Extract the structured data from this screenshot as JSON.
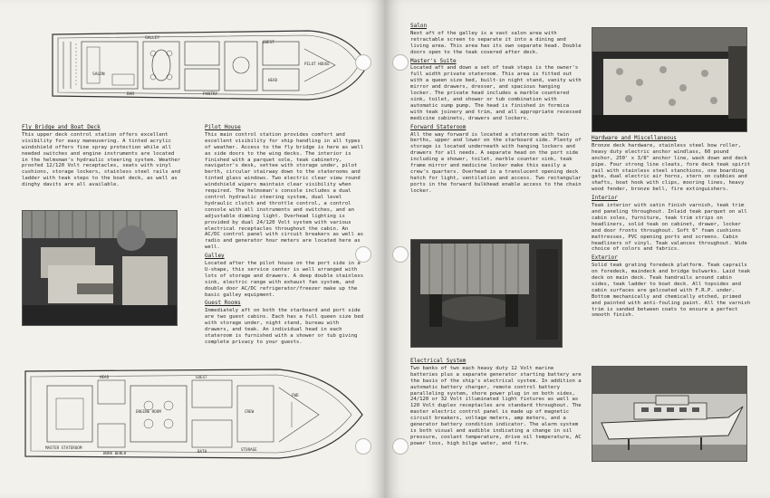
{
  "left_page": {
    "sections": {
      "flybridge": {
        "heading": "Fly Bridge and Boat Deck",
        "body": "This upper deck control station offers excellent visibility for easy maneuvering. A tinted acrylic windshield offers fine spray protection while all needed switches and engine instruments are located in the helmsman's hydraulic steering system. Weather proofed 12/120 Volt receptacles, seats with vinyl cushions, storage lockers, stainless steel rails and ladder with teak steps to the boat deck, as well as dinghy davits are all available."
      },
      "pilothouse": {
        "heading": "Pilot House",
        "body": "This main control station provides comfort and excellent visibility for ship handling in all types of weather. Access to the fly bridge is here as well as side doors to the wing decks. The interior is finished with a parquet sole, teak cabinetry, navigator's desk, settee with storage under, pilot berth, circular stairway down to the staterooms and tinted glass windows. Two electric clear view round windshield wipers maintain clear visibility when required. The helmsman's console includes a dual control hydraulic steering system, dual level hydraulic clutch and throttle control, a control console with all instruments and switches, and an adjustable dimming light. Overhead lighting is provided by dual 24/120 Volt system with various electrical receptacles throughout the cabin. An AC/DC control panel with circuit breakers as well as radio and generator hour meters are located here as well."
      },
      "galley": {
        "heading": "Galley",
        "body": "Located after the pilot house on the port side in a U-shape, this service center is well arranged with lots of storage and drawers. A deep double stainless sink, electric range with exhaust fan system, and double door AC/DC refrigerator/freezer make up the basic galley equipment."
      },
      "guestrooms": {
        "heading": "Guest Rooms",
        "body": "Immediately aft on both the starboard and port side are two guest cabins. Each has a full queen size bed with storage under, night stand, bureau with drawers, and teak. An individual head in each stateroom is furnished with a shower or tub giving complete privacy to your guests."
      }
    },
    "upper_plan_labels": {
      "galley": "GALLEY",
      "salon": "SALON",
      "pilot_house": "PILOT HOUSE",
      "guest": "GUEST",
      "head": "HEAD",
      "pantry": "PANTRY",
      "bar": "BAR"
    },
    "lower_plan_labels": {
      "master_stateroom": "MASTER STATEROOM",
      "guest": "GUEST",
      "head": "HEAD",
      "engine_room": "ENGINE ROOM",
      "bath": "BATH",
      "fwd": "FWD",
      "crew": "CREW",
      "storage": "STORAGE",
      "work_bench": "WORK BENCH"
    }
  },
  "right_page": {
    "sections": {
      "salon": {
        "heading": "Salon",
        "body": "Next aft of the galley is a vast salon area with retractable screen to separate it into a dining and living area. This area has its own separate head. Double doors open to the teak covered after deck."
      },
      "master": {
        "heading": "Master's Suite",
        "body": "Located aft and down a set of teak steps is the owner's full width private stateroom. This area is fitted out with a queen size bed, built-in night stand, vanity with mirror and drawers, dresser, and spacious hanging locker. The private head includes a marble countered sink, toilet, and shower or tub combination with automatic sump pump. The head is finished in formica with teak joinery and trim, and all appropriate recessed medicine cabinets, drawers and lockers."
      },
      "forward": {
        "heading": "Forward Stateroom",
        "body": "All the way forward is located a stateroom with twin berths, upper and lower on the starboard side. Plenty of storage is located underneath with hanging lockers and drawers for all needs. A separate head on the port side including a shower, toilet, marble counter sink, teak frame mirror and medicine locker make this easily a crew's quarters. Overhead is a translucent opening deck hatch for light, ventilation and access. Two rectangular ports in the forward bulkhead enable access to the chain locker."
      },
      "electrical": {
        "heading": "Electrical System",
        "body": "Two banks of two each heavy duty 12 Volt marine batteries plus a separate generator starting battery are the basis of the ship's electrical system. In addition a automatic battery charger, remote control battery paralleling system, shore power plug in on both sides, 24/120 or 32 Volt illuminated light fixtures as well as 120 Volt duplex receptacles are standard throughout. The master electric control panel is made up of magnetic circuit breakers, voltage meters, amp meters, and a generator battery condition indicator. The alarm system is both visual and audible indicating a change in oil pressure, coolant temperature, drive oil temperature, AC power loss, high bilge water, and fire."
      },
      "hardware": {
        "heading": "Hardware and Miscellaneous",
        "body": "Bronze deck hardware, stainless steel bow roller, heavy duty electric anchor windlass, 60 pound anchor, 250' x 3/8\" anchor line, wash down and deck pipe. Four strong line cleats, fore deck teak spirit rail with stainless steel stanchions, one boarding gate, dual electric air horns, stern on cubbies and shafts, boat hook with clips, mooring lines, heavy wood fender, bronze bell, fire extinguishers."
      },
      "interior": {
        "heading": "Interior",
        "body": "Teak interior with satin finish varnish, teak trim and paneling throughout. Inlaid teak parquet on all cabin soles, furniture, teak trim strips on headliners, solid teak on cabinet, drawer, locker and door fronts throughout. Soft 6\" foam cushions mattresses, PVC opening ports and screens. Cabin headliners of vinyl. Teak valances throughout. Wide choice of colors and fabrics."
      },
      "exterior": {
        "heading": "Exterior",
        "body": "Solid teak grating foredeck platform. Teak caprails on foredeck, maindeck and bridge bulwarks. Laid teak deck on main deck. Teak handrails around cabin sides, teak ladder to boat deck. All topsides and cabin surfaces are gelcoated with F.R.P. under. Bottom mechanically and chemically etched, primed and painted with anti-fouling paint. All the varnish trim is sanded between coats to ensure a perfect smooth finish."
      }
    }
  }
}
